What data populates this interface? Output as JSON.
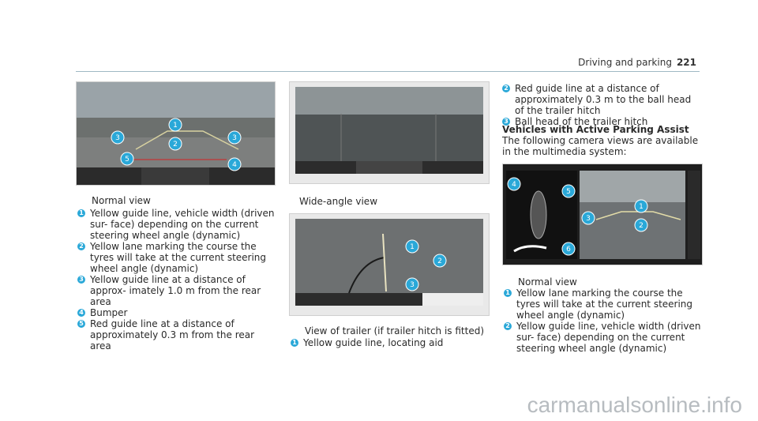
{
  "header": {
    "section": "Driving and parking",
    "page": "221"
  },
  "col1": {
    "caption": "Normal view",
    "items": [
      {
        "n": "1",
        "text": "Yellow guide line, vehicle width (driven sur- face) depending on the current steering wheel angle (dynamic)"
      },
      {
        "n": "2",
        "text": "Yellow lane marking the course the tyres will take at the current steering wheel angle (dynamic)"
      },
      {
        "n": "3",
        "text": "Yellow guide line at a distance of approx- imately 1.0 m from the rear area"
      },
      {
        "n": "4",
        "text": "Bumper"
      },
      {
        "n": "5",
        "text": "Red guide line at a distance of approximately 0.3 m from the rear area"
      }
    ],
    "labels": [
      "1",
      "2",
      "3",
      "3",
      "4",
      "5"
    ]
  },
  "col2": {
    "caption_wide": "Wide-angle view",
    "caption_trailer": "View of trailer (if trailer hitch is fitted)",
    "items": [
      {
        "n": "1",
        "text": "Yellow guide line, locating aid"
      }
    ],
    "labels": [
      "1",
      "2",
      "3"
    ]
  },
  "col3": {
    "items_top": [
      {
        "n": "2",
        "text": "Red guide line at a distance of approximately 0.3 m to the ball head of the trailer hitch"
      },
      {
        "n": "3",
        "text": "Ball head of the trailer hitch"
      }
    ],
    "heading": "Vehicles with Active Parking Assist",
    "intro": "The following camera views are available in the multimedia system:",
    "caption": "Normal view",
    "items": [
      {
        "n": "1",
        "text": "Yellow lane marking the course the tyres will take at the current steering wheel angle (dynamic)"
      },
      {
        "n": "2",
        "text": "Yellow guide line, vehicle width (driven sur- face) depending on the current steering wheel angle (dynamic)"
      }
    ],
    "labels": [
      "1",
      "2",
      "3",
      "4",
      "5",
      "6"
    ]
  },
  "watermark": "carmanualsonline.info",
  "colors": {
    "accent": "#2aa8d8",
    "rule": "#9fb9c4"
  }
}
